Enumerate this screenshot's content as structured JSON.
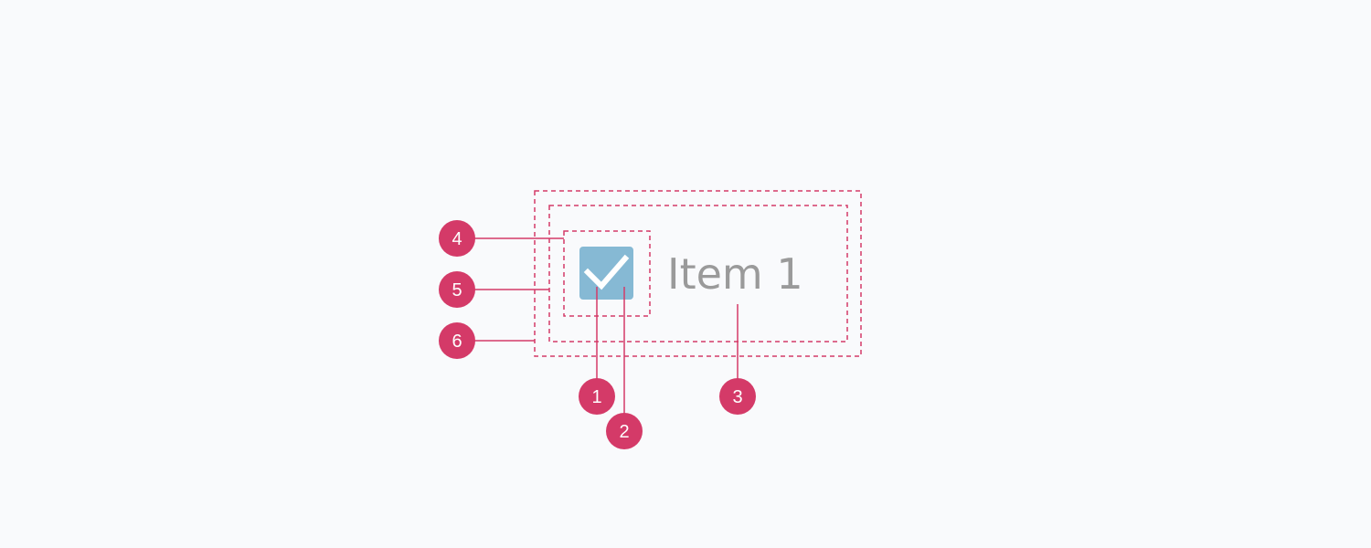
{
  "colors": {
    "background": "#f9fafc",
    "accent": "#d43a68",
    "checkbox_fill": "#86b9d4",
    "check_mark": "#ffffff",
    "label_text": "#9a9a9a"
  },
  "checkbox": {
    "checked": true,
    "icon": "checkmark-icon"
  },
  "item": {
    "label": "Item 1"
  },
  "callouts": [
    {
      "number": "1"
    },
    {
      "number": "2"
    },
    {
      "number": "3"
    },
    {
      "number": "4"
    },
    {
      "number": "5"
    },
    {
      "number": "6"
    }
  ]
}
